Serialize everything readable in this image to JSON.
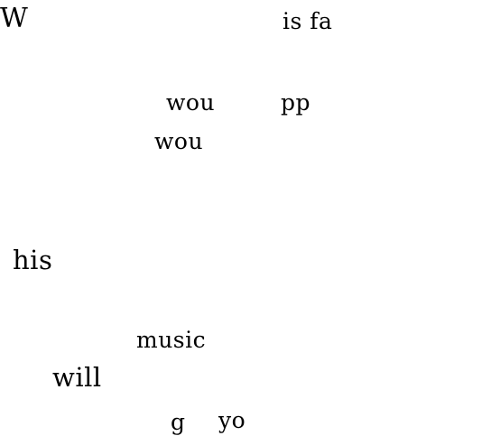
{
  "fragments": [
    "W",
    "is fa",
    "wou",
    "pp",
    "wou",
    "his",
    "music",
    "will",
    "g",
    "yo"
  ]
}
